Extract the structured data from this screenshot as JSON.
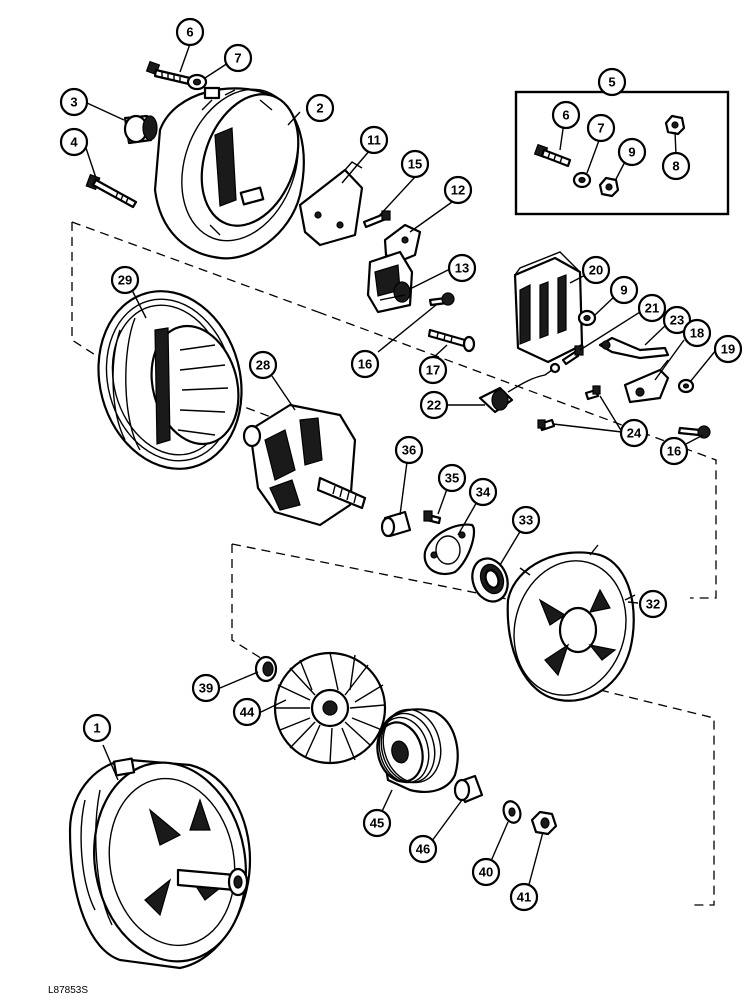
{
  "figure_code": "L87853S",
  "callouts": [
    {
      "label": "1"
    },
    {
      "label": "2"
    },
    {
      "label": "3"
    },
    {
      "label": "4"
    },
    {
      "label": "5"
    },
    {
      "label": "6"
    },
    {
      "label": "7"
    },
    {
      "label": "6"
    },
    {
      "label": "7"
    },
    {
      "label": "9"
    },
    {
      "label": "8"
    },
    {
      "label": "11"
    },
    {
      "label": "15"
    },
    {
      "label": "12"
    },
    {
      "label": "13"
    },
    {
      "label": "16"
    },
    {
      "label": "17"
    },
    {
      "label": "20"
    },
    {
      "label": "9"
    },
    {
      "label": "21"
    },
    {
      "label": "23"
    },
    {
      "label": "18"
    },
    {
      "label": "19"
    },
    {
      "label": "22"
    },
    {
      "label": "24"
    },
    {
      "label": "16"
    },
    {
      "label": "29"
    },
    {
      "label": "28"
    },
    {
      "label": "36"
    },
    {
      "label": "35"
    },
    {
      "label": "34"
    },
    {
      "label": "33"
    },
    {
      "label": "32"
    },
    {
      "label": "39"
    },
    {
      "label": "44"
    },
    {
      "label": "45"
    },
    {
      "label": "46"
    },
    {
      "label": "40"
    },
    {
      "label": "41"
    }
  ]
}
